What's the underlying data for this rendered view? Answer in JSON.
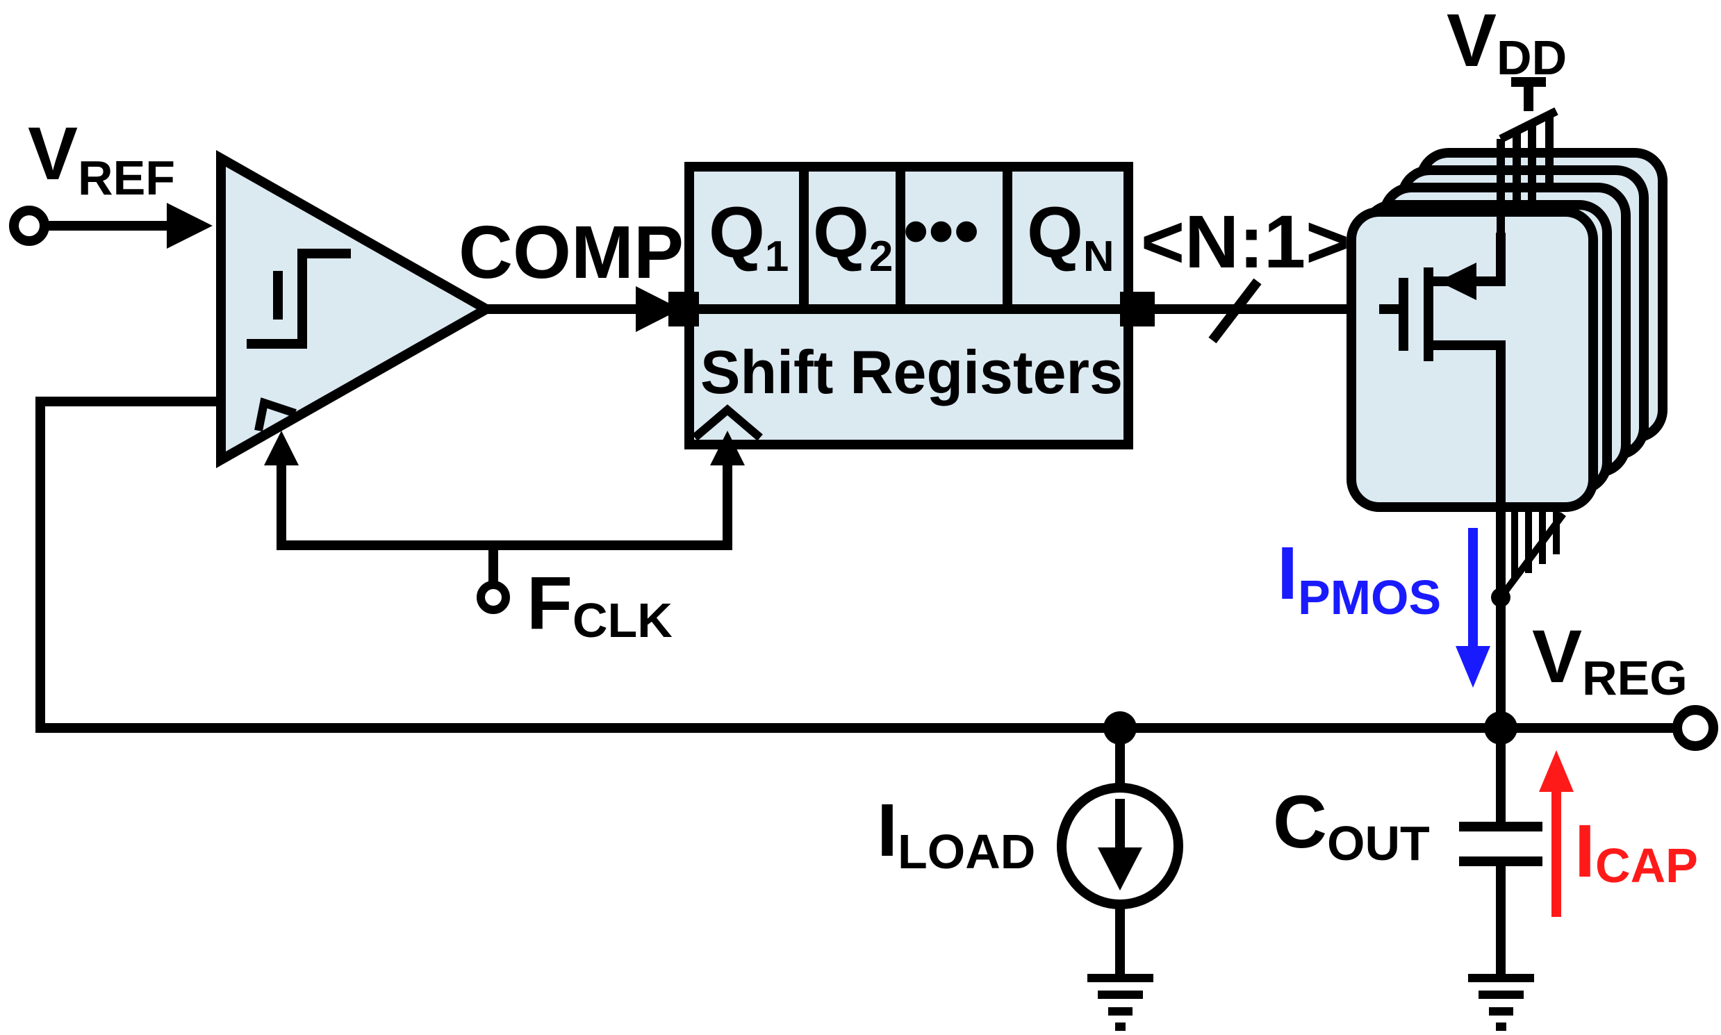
{
  "labels": {
    "vref": {
      "main": "V",
      "sub": "REF"
    },
    "vdd": {
      "main": "V",
      "sub": "DD"
    },
    "comp": "COMP",
    "bus": "<N:1>",
    "shift_registers": "Shift Registers",
    "fclk": {
      "main": "F",
      "sub": "CLK"
    },
    "ipmos": {
      "main": "I",
      "sub": "PMOS"
    },
    "vreg": {
      "main": "V",
      "sub": "REG"
    },
    "iload": {
      "main": "I",
      "sub": "LOAD"
    },
    "cout": {
      "main": "C",
      "sub": "OUT"
    },
    "icap": {
      "main": "I",
      "sub": "CAP"
    }
  },
  "register_cells": [
    {
      "main": "Q",
      "sub": "1"
    },
    {
      "main": "Q",
      "sub": "2"
    },
    {
      "main": "•••",
      "sub": ""
    },
    {
      "main": "Q",
      "sub": "N"
    }
  ],
  "colors": {
    "block_fill": "#dbe9f1",
    "wire": "#000000",
    "ipmos": "#1a1aff",
    "icap": "#ff1a1a"
  }
}
